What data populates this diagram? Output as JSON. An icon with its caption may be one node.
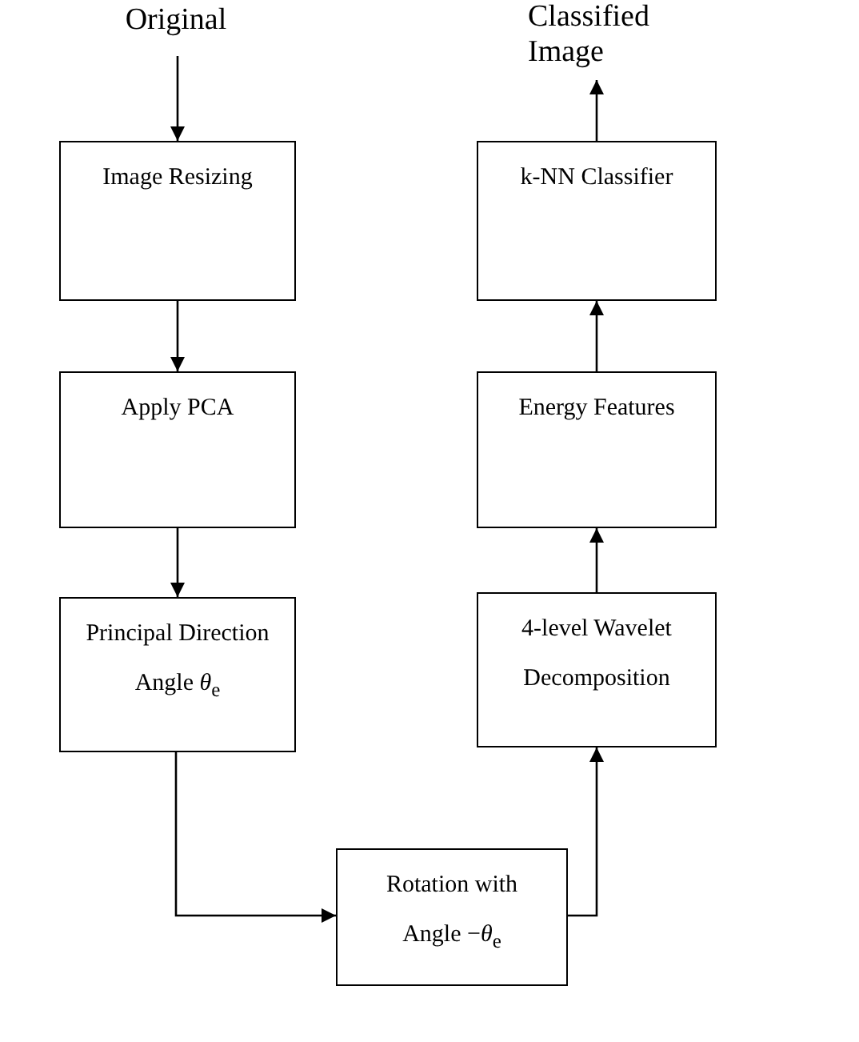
{
  "diagram": {
    "nodes": [
      {
        "text": [
          "Original"
        ]
      },
      {
        "text": [
          "Image Resizing"
        ]
      },
      {
        "text": [
          "Apply PCA"
        ]
      },
      {
        "text": [
          "Principal Direction",
          "Angle *θ*$_{e}$"
        ]
      },
      {
        "text": [
          "Rotation with",
          "Angle −*θ*$_{e}$"
        ]
      },
      {
        "text": [
          "4-level Wavelet",
          "Decomposition"
        ]
      },
      {
        "text": [
          "Energy Features"
        ]
      },
      {
        "text": [
          "k-NN Classifier"
        ]
      },
      {
        "text": [
          "Classified Image"
        ]
      }
    ],
    "edges": [
      {
        "from": 0,
        "to": 1,
        "arrow": "to"
      },
      {
        "from": 1,
        "to": 2,
        "arrow": "to"
      },
      {
        "from": 2,
        "to": 3,
        "arrow": "to"
      },
      {
        "from": 3,
        "to": 4,
        "arrow": "to"
      },
      {
        "from": 4,
        "to": 5,
        "arrow": "to"
      },
      {
        "from": 5,
        "to": 6,
        "arrow": "to"
      },
      {
        "from": 6,
        "to": 7,
        "arrow": "to"
      },
      {
        "from": 7,
        "to": 8,
        "arrow": "to"
      }
    ]
  }
}
